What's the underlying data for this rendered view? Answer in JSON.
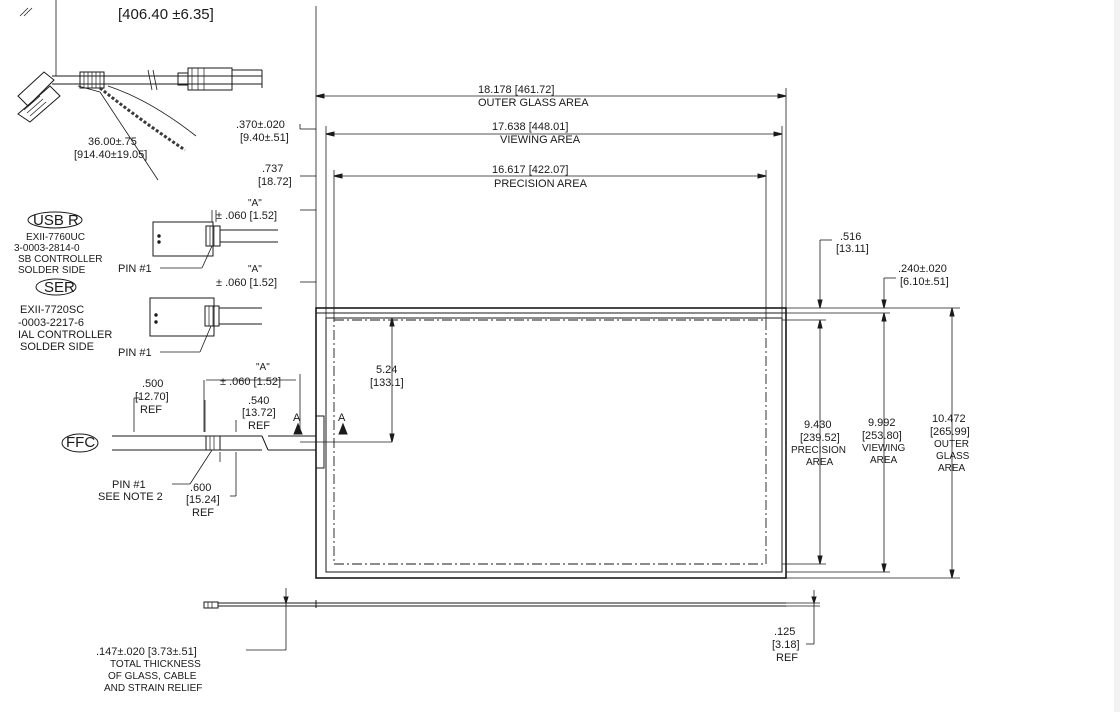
{
  "title_dim": "[406.40  ±6.35]",
  "cable": {
    "dim1": "36.00±.75",
    "dim2": "[914.40±19.05]"
  },
  "usb": {
    "badge": "USB  R",
    "line1": "EXII-7760UC",
    "line2": "3-0003-2814-0",
    "line3": "SB CONTROLLER",
    "line4": "SOLDER SIDE",
    "pin": "PIN  #1",
    "a_label": "\"A\"",
    "a_dim": "±  .060  [1.52]"
  },
  "ser": {
    "badge": "SER",
    "line1": "EXII-7720SC",
    "line2": "-0003-2217-6",
    "line3": "IAL CONTROLLER",
    "line4": "SOLDER SIDE",
    "pin": "PIN  #1",
    "a_label": "\"A\"",
    "a_dim": "±  .060  [1.52]"
  },
  "ffc": {
    "badge": "FFC",
    "a_label": "\"A\"",
    "a_dim": "±  .060  [1.52]",
    "d500_1": ".500",
    "d500_2": "[12.70]",
    "d500_3": "REF",
    "d540_1": ".540",
    "d540_2": "[13.72]",
    "d540_3": "REF",
    "pin": "PIN  #1",
    "note": "SEE NOTE 2",
    "d600_1": ".600",
    "d600_2": "[15.24]",
    "d600_3": "REF",
    "section": "A"
  },
  "top_dims": {
    "d370_1": ".370±.020",
    "d370_2": "[9.40±.51]",
    "d737_1": ".737",
    "d737_2": "[18.72]",
    "outer_glass": "18.178 [461.72]",
    "outer_glass_label": "OUTER  GLASS  AREA",
    "viewing": "17.638 [448.01]",
    "viewing_label": "VIEWING  AREA",
    "precision": "16.617 [422.07]",
    "precision_label": "PRECISION  AREA"
  },
  "center_dim": {
    "v1": "5.24",
    "v2": "[133.1]"
  },
  "right_dims": {
    "d516_1": ".516",
    "d516_2": "[13.11]",
    "d240_1": ".240±.020",
    "d240_2": "[6.10±.51]",
    "prec_1": "9.430",
    "prec_2": "[239.52]",
    "prec_3": "PRECISION",
    "prec_4": "AREA",
    "view_1": "9.992",
    "view_2": "[253.80]",
    "view_3": "VIEWING",
    "view_4": "AREA",
    "outer_1": "10.472",
    "outer_2": "[265.99]",
    "outer_3": "OUTER",
    "outer_4": "GLASS",
    "outer_5": "AREA"
  },
  "bottom_dims": {
    "d125_1": ".125",
    "d125_2": "[3.18]",
    "d125_3": "REF",
    "thick_1": ".147±.020  [3.73±.51]",
    "thick_2": "TOTAL  THICKNESS",
    "thick_3": "OF  GLASS,  CABLE",
    "thick_4": "AND  STRAIN  RELIEF"
  }
}
